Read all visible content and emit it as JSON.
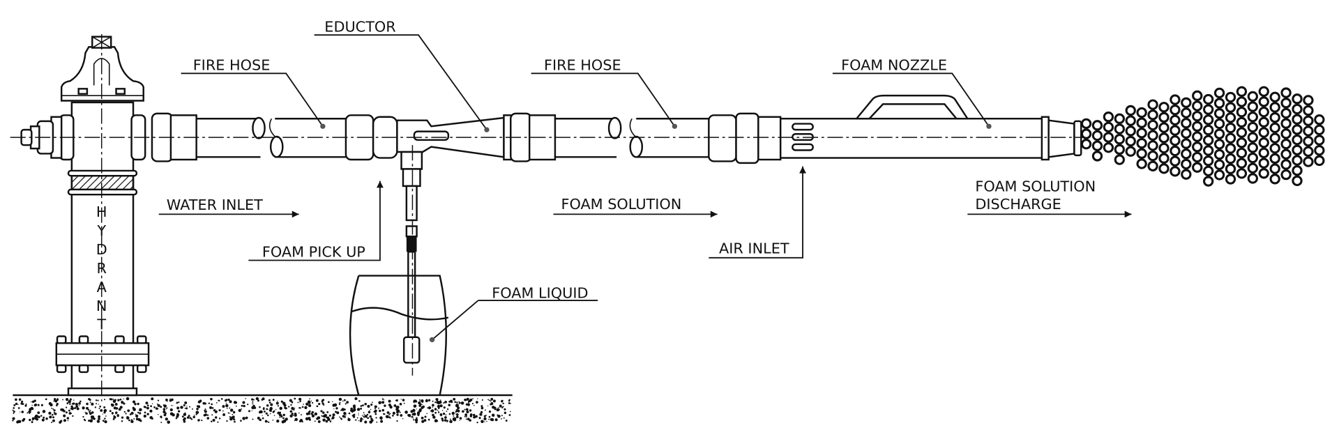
{
  "labels": {
    "eductor": "EDUCTOR",
    "fire_hose_1": "FIRE HOSE",
    "fire_hose_2": "FIRE HOSE",
    "foam_nozzle": "FOAM NOZZLE",
    "water_inlet": "WATER INLET",
    "foam_pick_up": "FOAM PICK UP",
    "foam_solution": "FOAM SOLUTION",
    "air_inlet": "AIR INLET",
    "foam_solution_discharge_1": "FOAM SOLUTION",
    "foam_solution_discharge_2": "DISCHARGE",
    "foam_liquid": "FOAM LIQUID",
    "hydrant": [
      "H",
      "Y",
      "D",
      "R",
      "A",
      "N",
      "T"
    ]
  }
}
